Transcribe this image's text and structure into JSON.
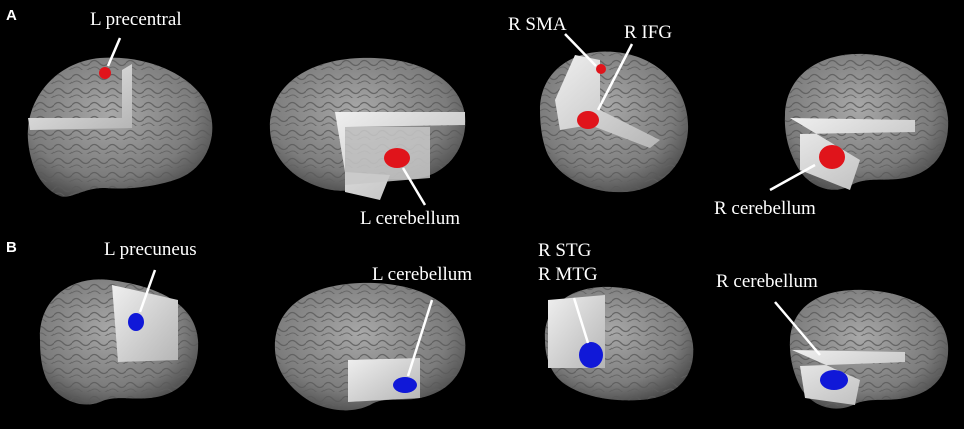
{
  "rows": [
    {
      "letter": "A",
      "panels": [
        {
          "labels": [
            "L precentral"
          ],
          "blob_color": "#e0141b"
        },
        {
          "labels": [
            "L cerebellum"
          ],
          "blob_color": "#e0141b"
        },
        {
          "labels": [
            "R SMA",
            "R IFG"
          ],
          "blob_color": "#e0141b"
        },
        {
          "labels": [
            "R cerebellum"
          ],
          "blob_color": "#e0141b"
        }
      ]
    },
    {
      "letter": "B",
      "panels": [
        {
          "labels": [
            "L precuneus"
          ],
          "blob_color": "#1018d8"
        },
        {
          "labels": [
            "L cerebellum"
          ],
          "blob_color": "#1018d8"
        },
        {
          "labels": [
            "R STG",
            "R MTG"
          ],
          "blob_color": "#1018d8"
        },
        {
          "labels": [
            "R cerebellum"
          ],
          "blob_color": "#1018d8"
        }
      ]
    }
  ],
  "colors": {
    "background": "#000000",
    "brain": "#8c8c8c",
    "slice": "#d6d6d6",
    "text": "#ffffff"
  }
}
